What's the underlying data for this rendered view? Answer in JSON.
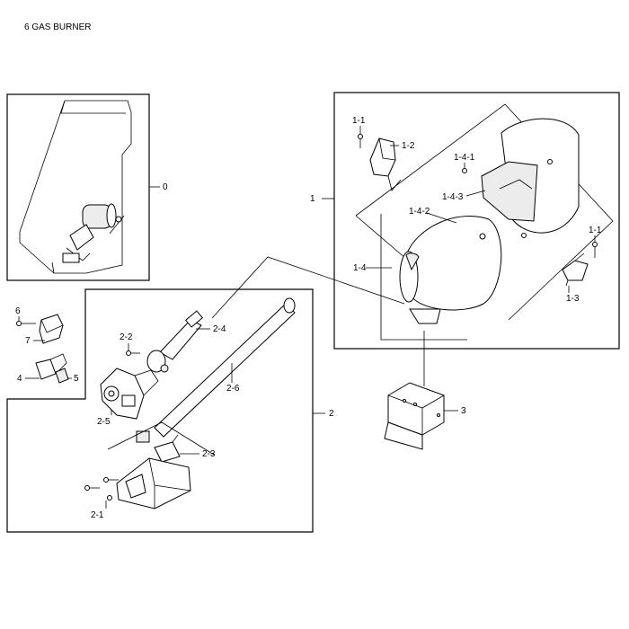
{
  "title": "6 GAS BURNER",
  "labels": {
    "p0": "0",
    "p1": "1",
    "p1_1a": "1-1",
    "p1_1b": "1-1",
    "p1_2": "1-2",
    "p1_3": "1-3",
    "p1_4": "1-4",
    "p1_4_1": "1-4-1",
    "p1_4_2": "1-4-2",
    "p1_4_3": "1-4-3",
    "p2": "2",
    "p2_1": "2-1",
    "p2_2": "2-2",
    "p2_3": "2-3",
    "p2_4": "2-4",
    "p2_5": "2-5",
    "p2_6": "2-6",
    "p3": "3",
    "p4": "4",
    "p5": "5",
    "p6": "6",
    "p7": "7"
  }
}
